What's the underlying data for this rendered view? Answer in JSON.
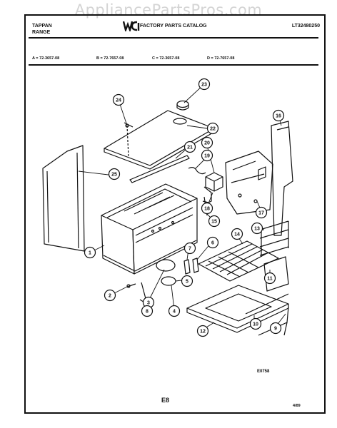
{
  "watermark": "AppliancePartsPros.com",
  "header": {
    "brand_line1": "TAPPAN",
    "brand_line2": "RANGE",
    "catalog_title": "FACTORY PARTS CATALOG",
    "model_number": "LT32480250"
  },
  "variants": [
    "A = 72-3657-08",
    "B = 72-7657-08",
    "C = 72-3657-08",
    "D = 72-7657-08"
  ],
  "callouts": [
    "24",
    "23",
    "22",
    "21",
    "20",
    "19",
    "18",
    "15",
    "16",
    "17",
    "13",
    "14",
    "25",
    "1",
    "7",
    "6",
    "5",
    "3",
    "4",
    "2",
    "9",
    "8",
    "12",
    "10",
    "11"
  ],
  "footer": {
    "drawing_code": "E0758",
    "page": "E8",
    "date": "4/89"
  }
}
